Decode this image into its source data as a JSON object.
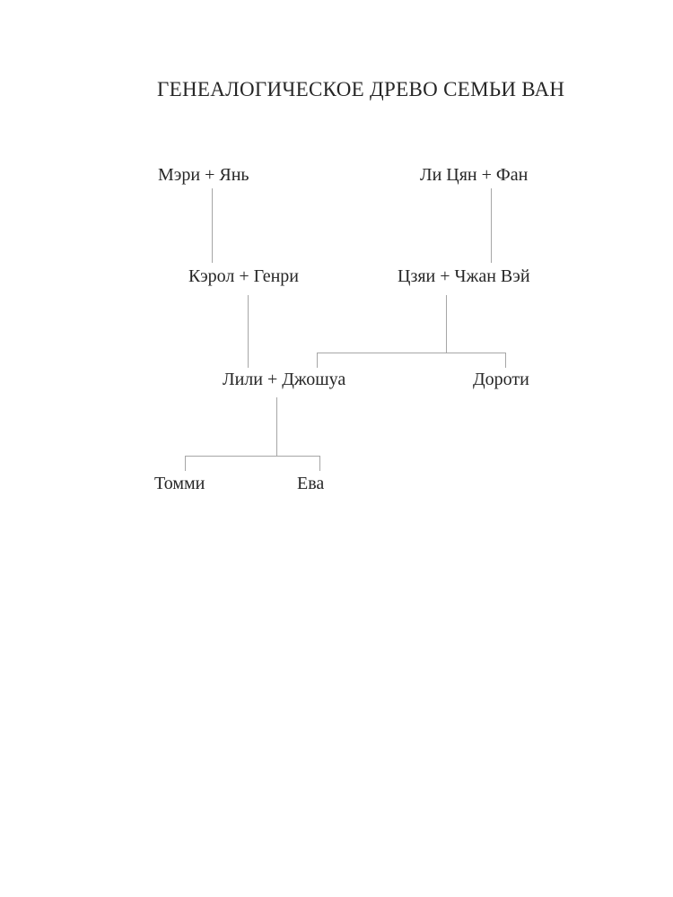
{
  "page": {
    "background_color": "#ffffff",
    "text_color": "#262626",
    "line_color": "#a6a6a6"
  },
  "diagram": {
    "type": "family-tree",
    "title": "ГЕНЕАЛОГИЧЕСКОЕ ДРЕВО СЕМЬИ ВАН",
    "generation1": {
      "couple_left": "Мэри + Янь",
      "couple_right": "Ли Цян + Фан"
    },
    "generation2": {
      "couple_left": "Кэрол + Генри",
      "couple_right": "Цзяи + Чжан Вэй"
    },
    "generation3": {
      "couple_left": "Лили + Джошуа",
      "single_right": "Дороти"
    },
    "generation4": {
      "child_left": "Томми",
      "child_right": "Ева"
    },
    "edges": [
      {
        "from": "Мэри + Янь",
        "to": "Кэрол + Генри"
      },
      {
        "from": "Ли Цян + Фан",
        "to": "Цзяи + Чжан Вэй"
      },
      {
        "from": "Кэрол + Генри",
        "to": "Лили + Джошуа"
      },
      {
        "from": "Цзяи + Чжан Вэй",
        "to": "Лили + Джошуа"
      },
      {
        "from": "Цзяи + Чжан Вэй",
        "to": "Дороти"
      },
      {
        "from": "Лили + Джошуа",
        "to": "Томми"
      },
      {
        "from": "Лили + Джошуа",
        "to": "Ева"
      }
    ]
  }
}
